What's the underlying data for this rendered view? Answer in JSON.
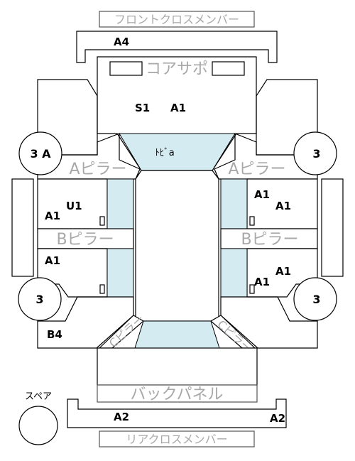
{
  "labels": {
    "front_cross_member": "フロントクロスメンバー",
    "core_support": "コアサポ",
    "rear_cross_member": "リアクロスメンバー",
    "back_panel": "バックパネル",
    "a_pillar": "Aピラー",
    "b_pillar": "Bピラー",
    "spare": "スペア",
    "toe_board": "ﾄﾋﾞa",
    "pillar_c": "Cピラー"
  },
  "codes": {
    "front_a4": "A4",
    "front_s1": "S1",
    "front_a1": "A1",
    "left_front_circle": "3 A",
    "right_front_circle": "3",
    "left_rear_circle": "3",
    "right_rear_circle": "3",
    "left_u1": "U1",
    "left_upper_a1": "A1",
    "left_lower_a1": "A1",
    "left_b4": "B4",
    "right_upper_a1_a": "A1",
    "right_upper_a1_b": "A1",
    "right_lower_a1_a": "A1",
    "right_lower_a1_b": "A1",
    "rear_a2_left": "A2",
    "rear_a2_right": "A2"
  }
}
